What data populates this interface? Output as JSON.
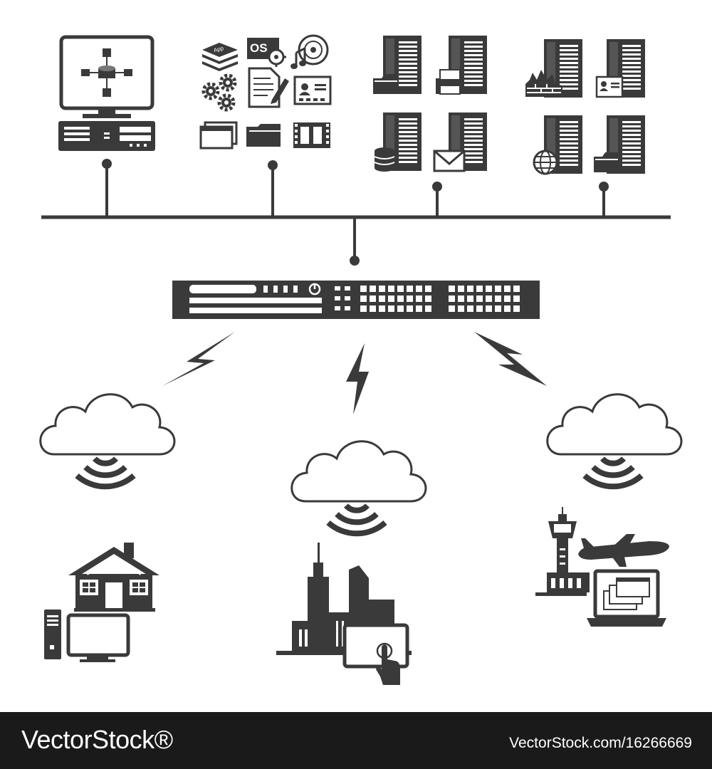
{
  "icons": {
    "os_label": "OS",
    "app_label": "App"
  },
  "footer": {
    "brand": "VectorStock®",
    "stock_id": "VectorStock.com/16266669"
  },
  "palette": {
    "icon": "#3a3a3a",
    "background": "#ffffff",
    "footer_bg": "#1a1a1a",
    "footer_text": "#ffffff"
  }
}
